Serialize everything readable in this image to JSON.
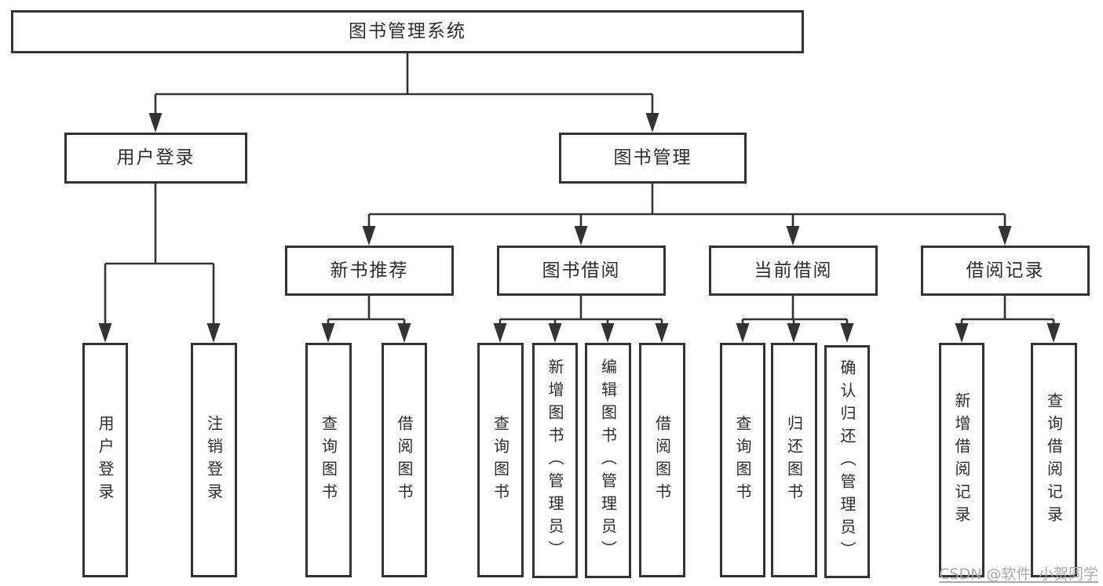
{
  "colors": {
    "line": "#333333",
    "box_border": "#333333",
    "box_fill": "#ffffff",
    "text": "#2d2d2d",
    "watermark": "#a8a5a5",
    "background": "#ffffff"
  },
  "nodes": {
    "root": "图书管理系统",
    "user_login": "用户登录",
    "book_management": "图书管理",
    "new_book_recommend": "新书推荐",
    "book_borrow": "图书借阅",
    "current_borrow": "当前借阅",
    "borrow_records": "借阅记录",
    "login": "用户登录",
    "logout": "注销登录",
    "rec_query_book": "查询图书",
    "rec_borrow_book": "借阅图书",
    "bb_query_book": "查询图书",
    "bb_add_book": "新增图书（管理员）",
    "bb_edit_book": "编辑图书（管理员）",
    "bb_borrow_book": "借阅图书",
    "cb_query_book": "查询图书",
    "cb_return_book": "归还图书",
    "cb_confirm_return": "确认归还（管理员）",
    "br_add_record": "新增借阅记录",
    "br_query_record": "查询借阅记录"
  },
  "watermark": {
    "text": "CSDN @软件_小贺同学"
  }
}
